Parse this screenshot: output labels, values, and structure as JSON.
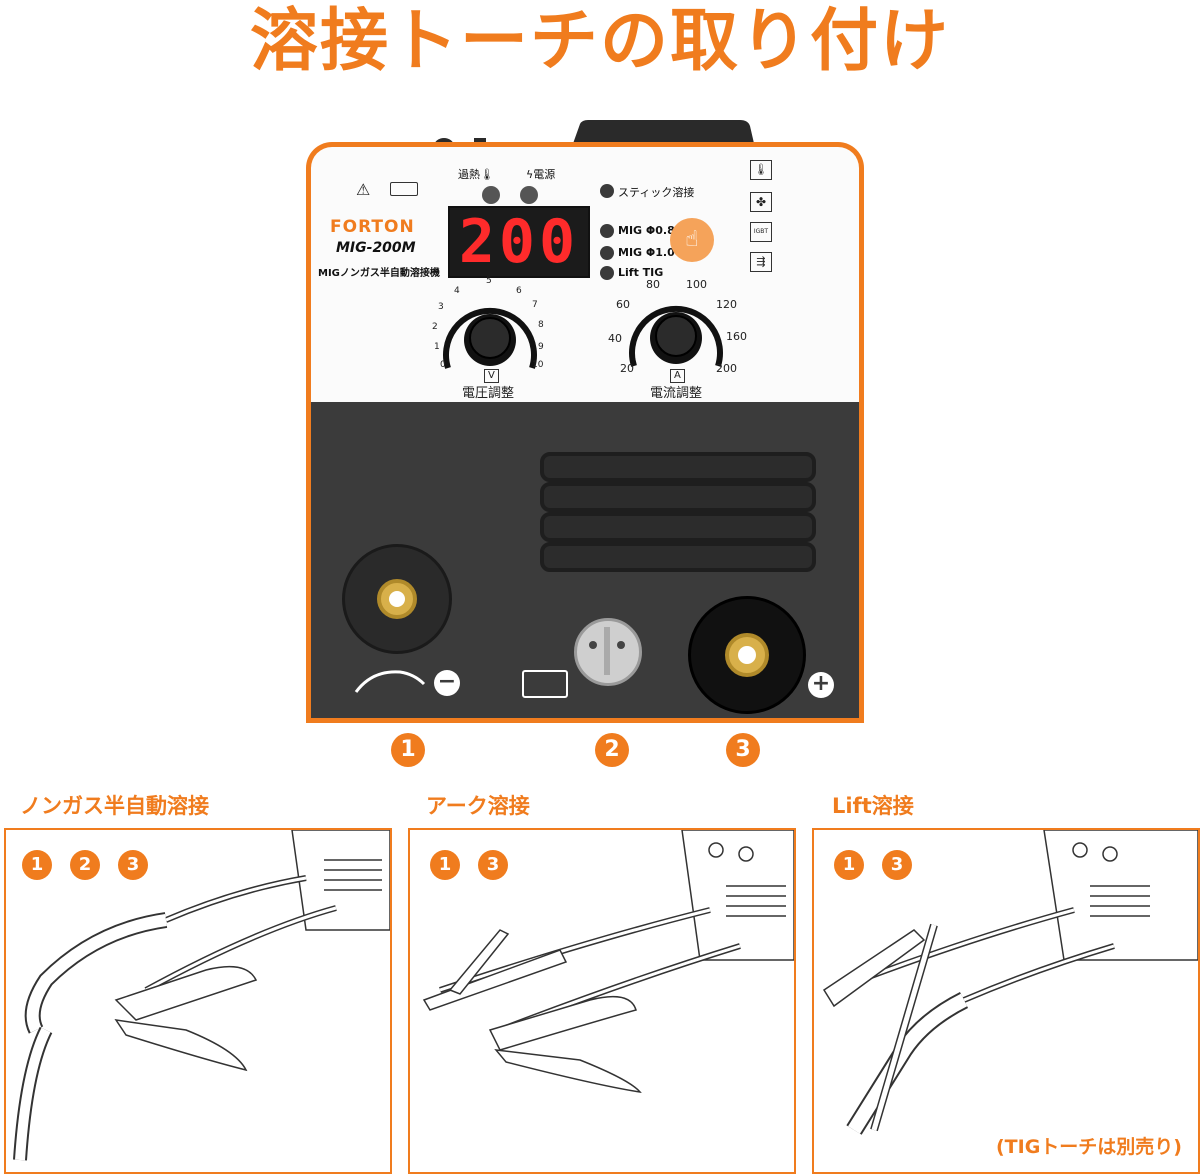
{
  "title": "溶接トーチの取り付け",
  "machine": {
    "brand": "FORTON",
    "model": "MIG-200M",
    "subtitle": "MIGノンガス半自動溶接機",
    "display_value": "200",
    "indicator_overheat": "過熱",
    "indicator_power": "電源",
    "modes": [
      "スティック溶接",
      "MIG Φ0.8",
      "MIG Φ1.0",
      "Lift TIG"
    ],
    "side_icons": [
      "thermometer-icon",
      "fan-icon",
      "igbt-icon",
      "plug-icon"
    ],
    "side_icon_text_igbt": "IGBT",
    "voltage_scale": [
      "0",
      "1",
      "2",
      "3",
      "4",
      "5",
      "6",
      "7",
      "8",
      "9",
      "10"
    ],
    "voltage_unit": "V",
    "voltage_label": "電圧調整",
    "current_scale": [
      "20",
      "40",
      "60",
      "80",
      "100",
      "120",
      "160",
      "200"
    ],
    "current_unit": "A",
    "current_label": "電流調整",
    "colors": {
      "accent": "#f07c1e",
      "body": "#3b3b3b",
      "led": "#ff2b2b"
    }
  },
  "connectors": [
    {
      "num": "1",
      "symbol": "−"
    },
    {
      "num": "2",
      "symbol": ""
    },
    {
      "num": "3",
      "symbol": "+"
    }
  ],
  "sections": [
    {
      "title": "ノンガス半自動溶接",
      "badges": [
        "1",
        "2",
        "3"
      ],
      "note": ""
    },
    {
      "title": "アーク溶接",
      "badges": [
        "1",
        "3"
      ],
      "note": ""
    },
    {
      "title": "Lift溶接",
      "badges": [
        "1",
        "3"
      ],
      "note": "(TIGトーチは別売り)"
    }
  ]
}
